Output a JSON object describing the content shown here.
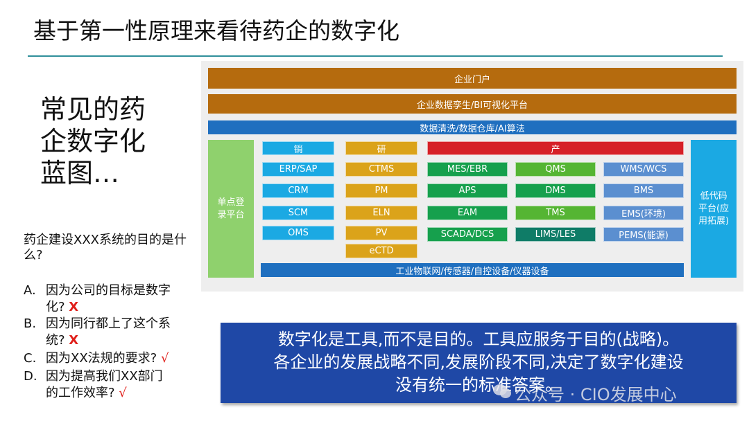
{
  "title": "基于第一性原理来看待药企的数字化",
  "left": {
    "headline": [
      "常见的药",
      "企数字化",
      "蓝图…"
    ],
    "question": "药企建设XXX系统的目的是什么?",
    "options": [
      {
        "key": "A.",
        "lines": [
          "因为公司的目标是数字",
          "化?"
        ],
        "mark": "X"
      },
      {
        "key": "B.",
        "lines": [
          "因为同行都上了这个系",
          "统?"
        ],
        "mark": "X"
      },
      {
        "key": "C.",
        "lines": [
          "因为XX法规的要求?"
        ],
        "mark": "√"
      },
      {
        "key": "D.",
        "lines": [
          "因为提高我们XX部门",
          "的工作效率?"
        ],
        "mark": "√"
      }
    ]
  },
  "diagram": {
    "portal": "企业门户",
    "twin": "企业数据孪生/BI可视化平台",
    "data": "数据清洗/数据仓库/AI算法",
    "sso": "单点登录平台",
    "lowcode": "低代码平台(应用拓展)",
    "iot": "工业物联网/传感器/自控设备/仪器设备",
    "sales": {
      "header": "销",
      "items": [
        "ERP/SAP",
        "CRM",
        "SCM",
        "OMS"
      ]
    },
    "rnd": {
      "header": "研",
      "items": [
        "CTMS",
        "PM",
        "ELN",
        "PV",
        "eCTD"
      ]
    },
    "production": {
      "header": "产",
      "col1": [
        "MES/EBR",
        "APS",
        "EAM",
        "SCADA/DCS"
      ],
      "col2": [
        "QMS",
        "DMS",
        "TMS",
        "LIMS/LES"
      ],
      "col3": [
        "WMS/WCS",
        "BMS",
        "EMS(环境)",
        "PEMS(能源)"
      ]
    }
  },
  "callout": {
    "lines": [
      "数字化是工具,而不是目的。工具应服务于目的(战略)。",
      "各企业的发展战略不同,发展阶段不同,决定了数字化建设",
      "没有统一的标准答案。"
    ]
  },
  "watermark": "公众号 · CIO发展中心",
  "colors": {
    "portal": "#b56b0e",
    "data": "#1f6fbf",
    "sso": "#8fd16d",
    "lowcode": "#1ba9e3",
    "production": "#d62027",
    "rnd": "#dba31a",
    "callout": "#1f48a6",
    "check": "#e0201b"
  }
}
